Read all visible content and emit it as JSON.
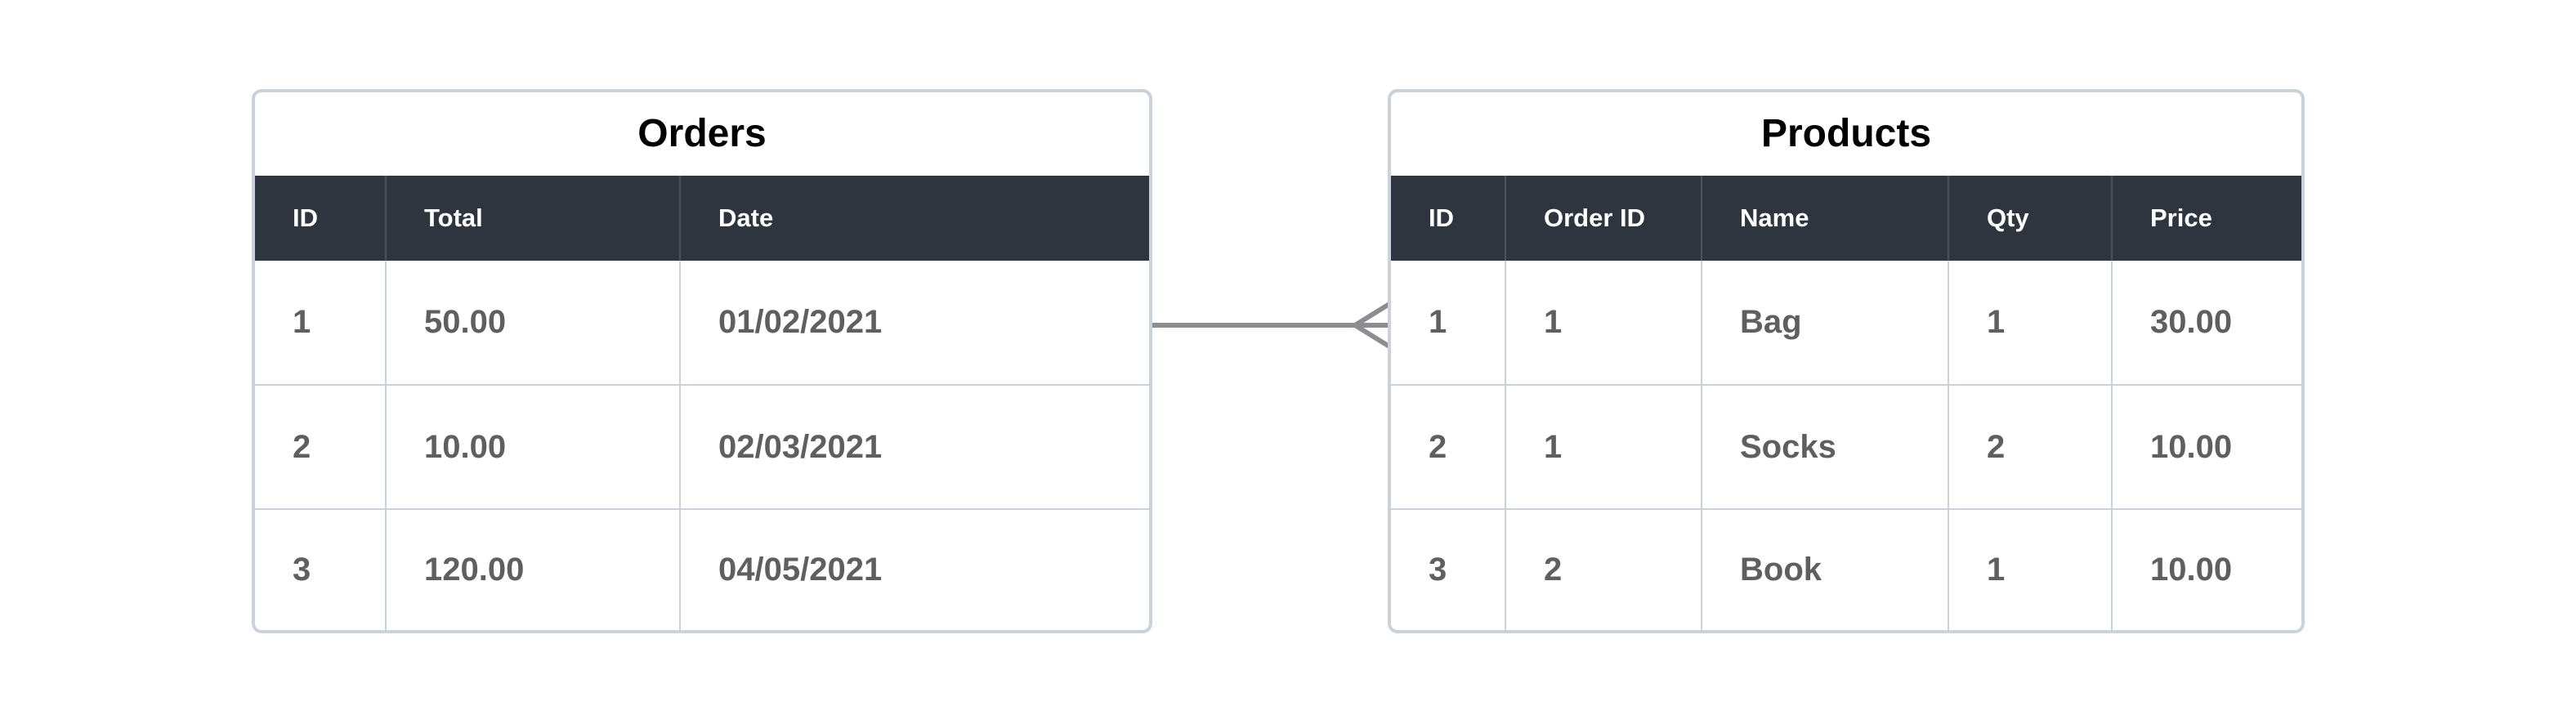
{
  "orders": {
    "title": "Orders",
    "columns": [
      "ID",
      "Total",
      "Date"
    ],
    "rows": [
      [
        "1",
        "50.00",
        "01/02/2021"
      ],
      [
        "2",
        "10.00",
        "02/03/2021"
      ],
      [
        "3",
        "120.00",
        "04/05/2021"
      ]
    ]
  },
  "products": {
    "title": "Products",
    "columns": [
      "ID",
      "Order ID",
      "Name",
      "Qty",
      "Price"
    ],
    "rows": [
      [
        "1",
        "1",
        "Bag",
        "1",
        "30.00"
      ],
      [
        "2",
        "1",
        "Socks",
        "2",
        "10.00"
      ],
      [
        "3",
        "2",
        "Book",
        "1",
        "10.00"
      ]
    ]
  },
  "relationship": {
    "type": "one-to-many",
    "color": "#8c8c92"
  },
  "colors": {
    "header_bg": "#2e353f",
    "border": "#c9d2db",
    "cell_text": "#5f5f5f"
  }
}
